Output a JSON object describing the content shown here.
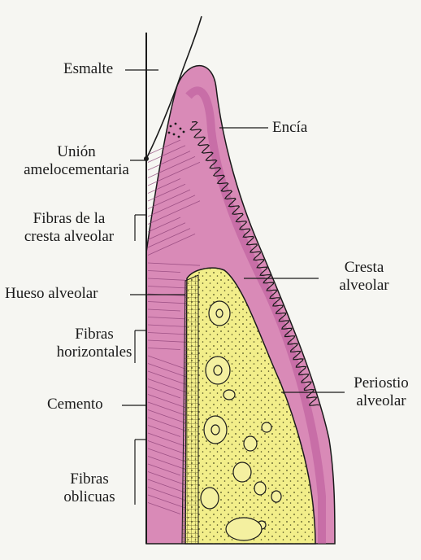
{
  "labels": {
    "esmalte": "Esmalte",
    "encia": "Encía",
    "union_1": "Unión",
    "union_2": "amelocementaria",
    "fibras_cresta_1": "Fibras de la",
    "fibras_cresta_2": "cresta alveolar",
    "cresta_1": "Cresta",
    "cresta_2": "alveolar",
    "hueso": "Hueso alveolar",
    "fibras_horiz_1": "Fibras",
    "fibras_horiz_2": "horizontales",
    "periostio_1": "Periostio",
    "periostio_2": "alveolar",
    "cemento": "Cemento",
    "fibras_obl_1": "Fibras",
    "fibras_obl_2": "oblicuas"
  },
  "colors": {
    "background": "#f6f6f2",
    "gingiva": "#d98ab7",
    "gingiva_dark": "#b9579a",
    "bone": "#f2ee8a",
    "cementum": "#d8cf6a",
    "line": "#1a1a1a"
  }
}
